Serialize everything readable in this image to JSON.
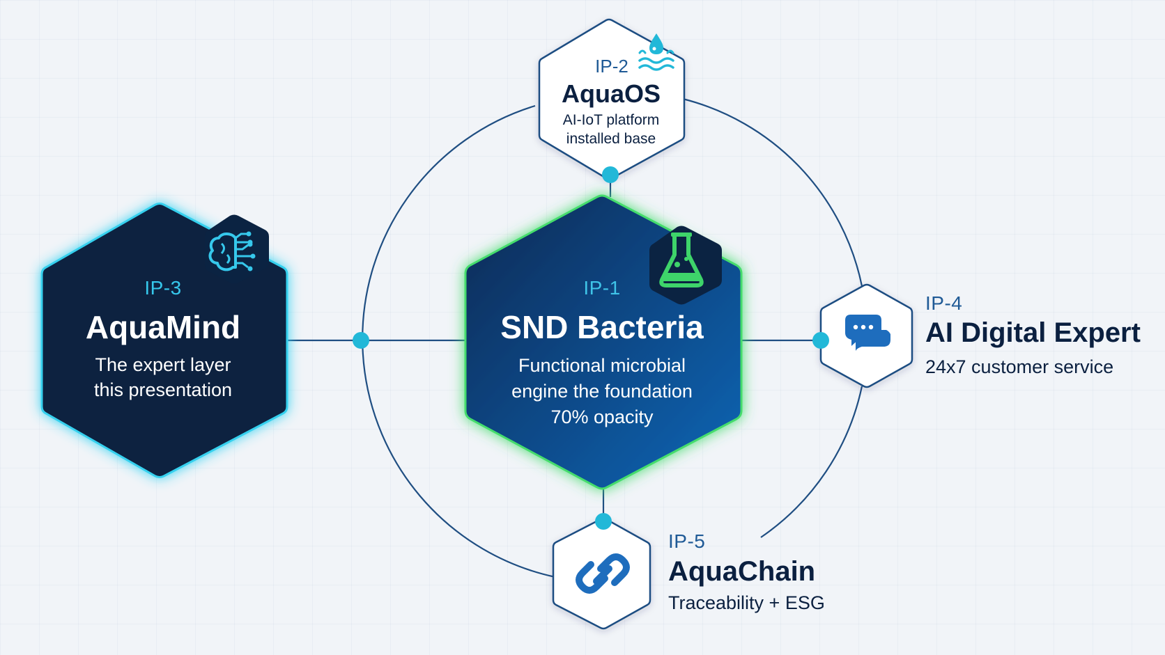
{
  "nodes": {
    "ip1": {
      "ip_label": "IP-1",
      "title": "SND Bacteria",
      "line1": "Functional microbial",
      "line2": "engine the foundation",
      "line3": "70% opacity",
      "icon": "flask-icon"
    },
    "ip2": {
      "ip_label": "IP-2",
      "title": "AquaOS",
      "line1": "AI-IoT platform",
      "line2": "installed base",
      "icon": "water-drop-icon"
    },
    "ip3": {
      "ip_label": "IP-3",
      "title": "AquaMind",
      "line1": "The expert layer",
      "line2": "this presentation",
      "icon": "brain-circuit-icon"
    },
    "ip4": {
      "ip_label": "IP-4",
      "title": "AI Digital Expert",
      "subtitle": "24x7 customer service",
      "icon": "chat-bubbles-icon"
    },
    "ip5": {
      "ip_label": "IP-5",
      "title": "AquaChain",
      "subtitle": "Traceability + ESG",
      "icon": "chain-link-icon"
    }
  },
  "colors": {
    "navy": "#0b2040",
    "blue": "#0d5fa8",
    "cyan": "#2bb8da",
    "green": "#3ed46a",
    "line": "#1f4e82",
    "background": "#f1f4f8"
  }
}
